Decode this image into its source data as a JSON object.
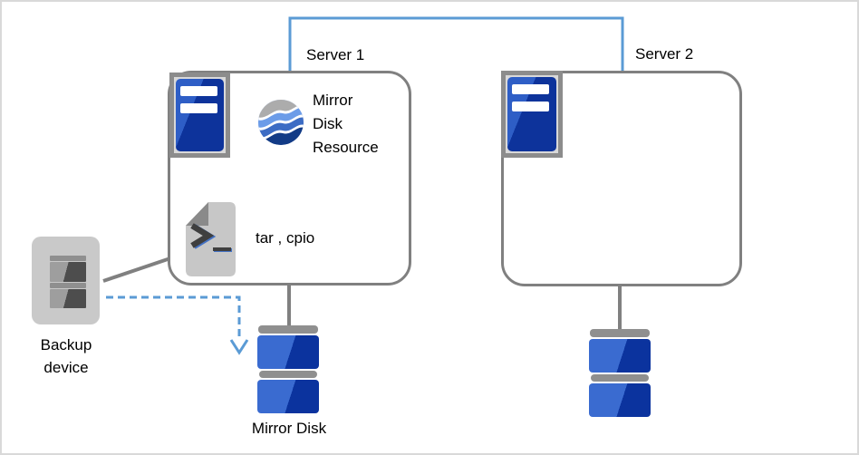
{
  "diagram_title_hint": "mirror disk backup diagram",
  "server1": {
    "label": "Server 1"
  },
  "server2": {
    "label": "Server 2"
  },
  "mirror_disk_resource": {
    "lines": [
      "Mirror",
      "Disk",
      "Resource"
    ]
  },
  "script_note": {
    "label": "tar , cpio"
  },
  "backup_device": {
    "lines": [
      "Backup",
      "device"
    ]
  },
  "mirror_disk": {
    "label": "Mirror Disk"
  },
  "icons": [
    "server-icon",
    "mirror-disk-resource-icon",
    "shell-script-icon",
    "backup-device-icon",
    "mirror-disk-icon"
  ],
  "colors": {
    "accent_blue_line": "#5B9BD5",
    "box_border_gray": "#808080",
    "server_blue_dark": "#0D339B",
    "server_blue_light": "#2E5EC6",
    "disk_blue_light": "#3A6BD0",
    "disk_blue_dark": "#0B339E",
    "globe_gray": "#ACACAC",
    "globe_light_blue": "#6C9CE8",
    "globe_mid_blue": "#3C6CC4",
    "globe_navy": "#123B86",
    "device_gray": "#C9C9C9",
    "page_gray": "#C7C7C7",
    "fold_gray": "#8A8A8A"
  }
}
